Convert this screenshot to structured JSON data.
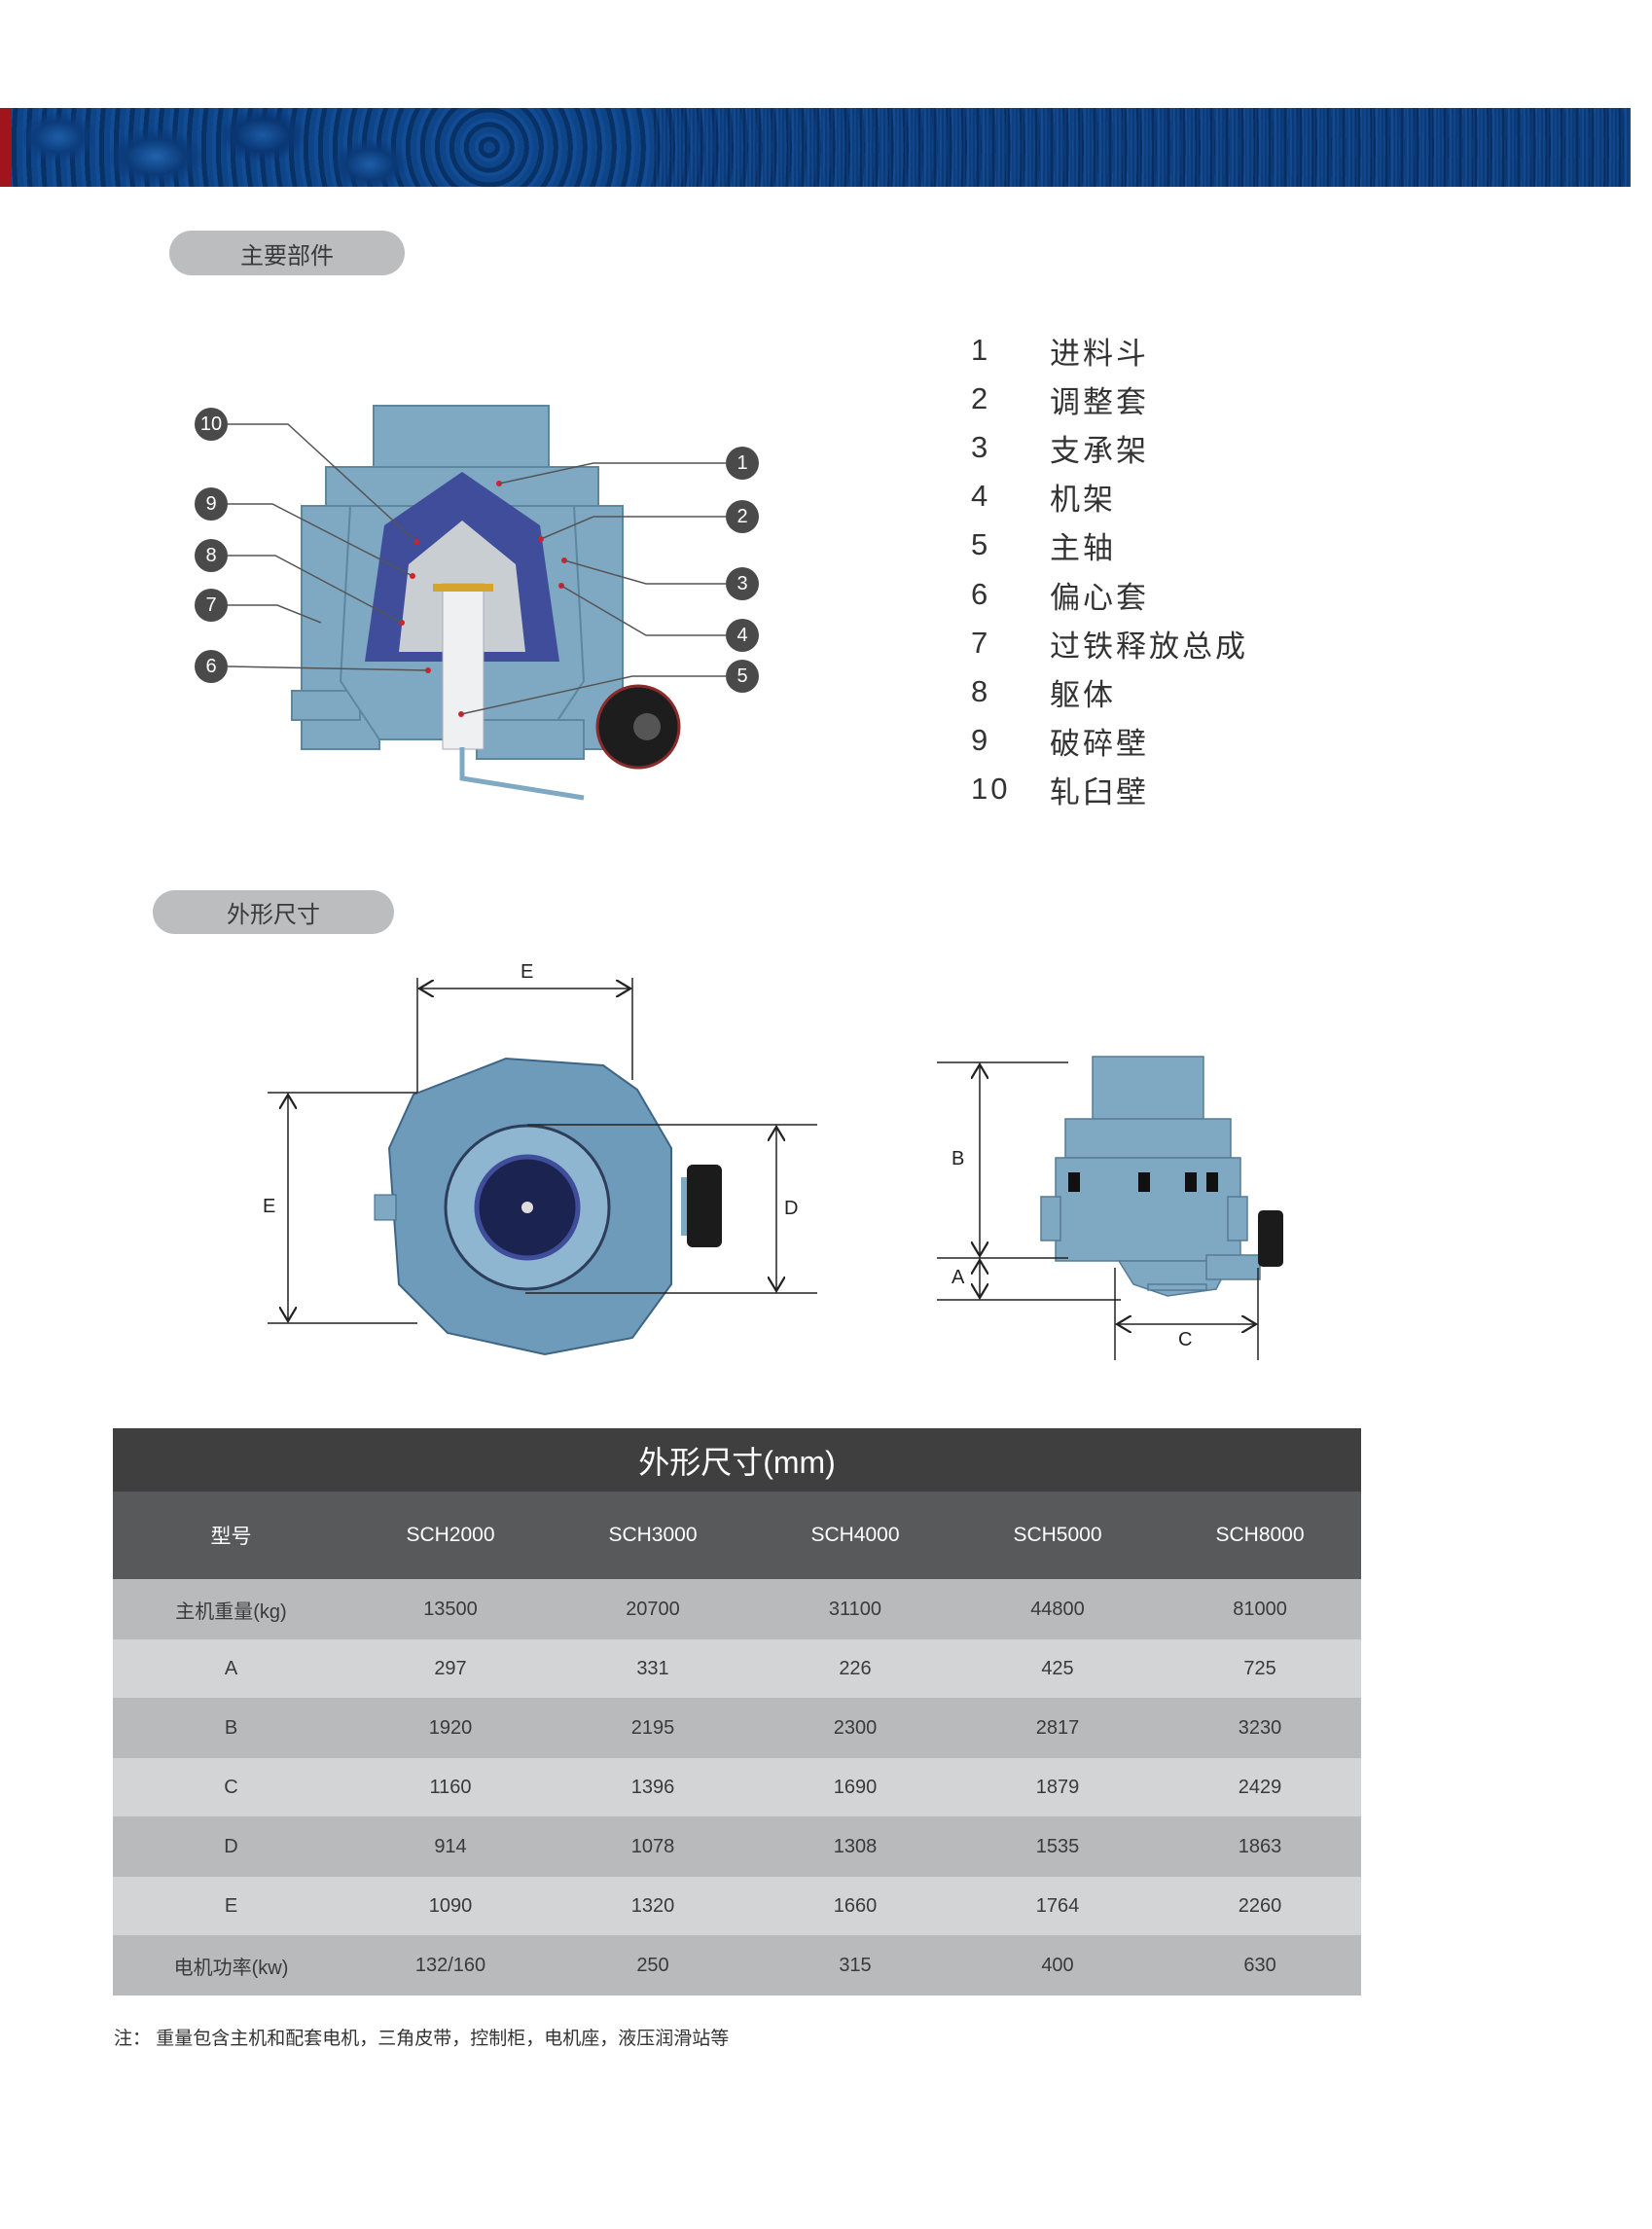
{
  "sections": {
    "main_parts": "主要部件",
    "dimensions": "外形尺寸"
  },
  "parts": [
    {
      "num": "1",
      "name": "进料斗"
    },
    {
      "num": "2",
      "name": "调整套"
    },
    {
      "num": "3",
      "name": "支承架"
    },
    {
      "num": "4",
      "name": "机架"
    },
    {
      "num": "5",
      "name": "主轴"
    },
    {
      "num": "6",
      "name": "偏心套"
    },
    {
      "num": "7",
      "name": "过铁释放总成"
    },
    {
      "num": "8",
      "name": "躯体"
    },
    {
      "num": "9",
      "name": "破碎壁"
    },
    {
      "num": "10",
      "name": "轧臼壁"
    }
  ],
  "dimension_labels": {
    "A": "A",
    "B": "B",
    "C": "C",
    "D": "D",
    "E": "E"
  },
  "table": {
    "title": "外形尺寸(mm)",
    "headers": [
      "型号",
      "SCH2000",
      "SCH3000",
      "SCH4000",
      "SCH5000",
      "SCH8000"
    ],
    "rows": [
      [
        "主机重量(kg)",
        "13500",
        "20700",
        "31100",
        "44800",
        "81000"
      ],
      [
        "A",
        "297",
        "331",
        "226",
        "425",
        "725"
      ],
      [
        "B",
        "1920",
        "2195",
        "2300",
        "2817",
        "3230"
      ],
      [
        "C",
        "1160",
        "1396",
        "1690",
        "1879",
        "2429"
      ],
      [
        "D",
        "914",
        "1078",
        "1308",
        "1535",
        "1863"
      ],
      [
        "E",
        "1090",
        "1320",
        "1660",
        "1764",
        "2260"
      ],
      [
        "电机功率(kw)",
        "132/160",
        "250",
        "315",
        "400",
        "630"
      ]
    ]
  },
  "note": "注：  重量包含主机和配套电机，三角皮带，控制柜，电机座，液压润滑站等",
  "colors": {
    "banner": "#0d4385",
    "accent_red": "#a0141b",
    "table_title": "#3f3f3f",
    "table_header": "#58595b",
    "row_dark": "#b9babc",
    "row_light": "#d3d4d6",
    "machine_blue": "#7fa8c2"
  }
}
